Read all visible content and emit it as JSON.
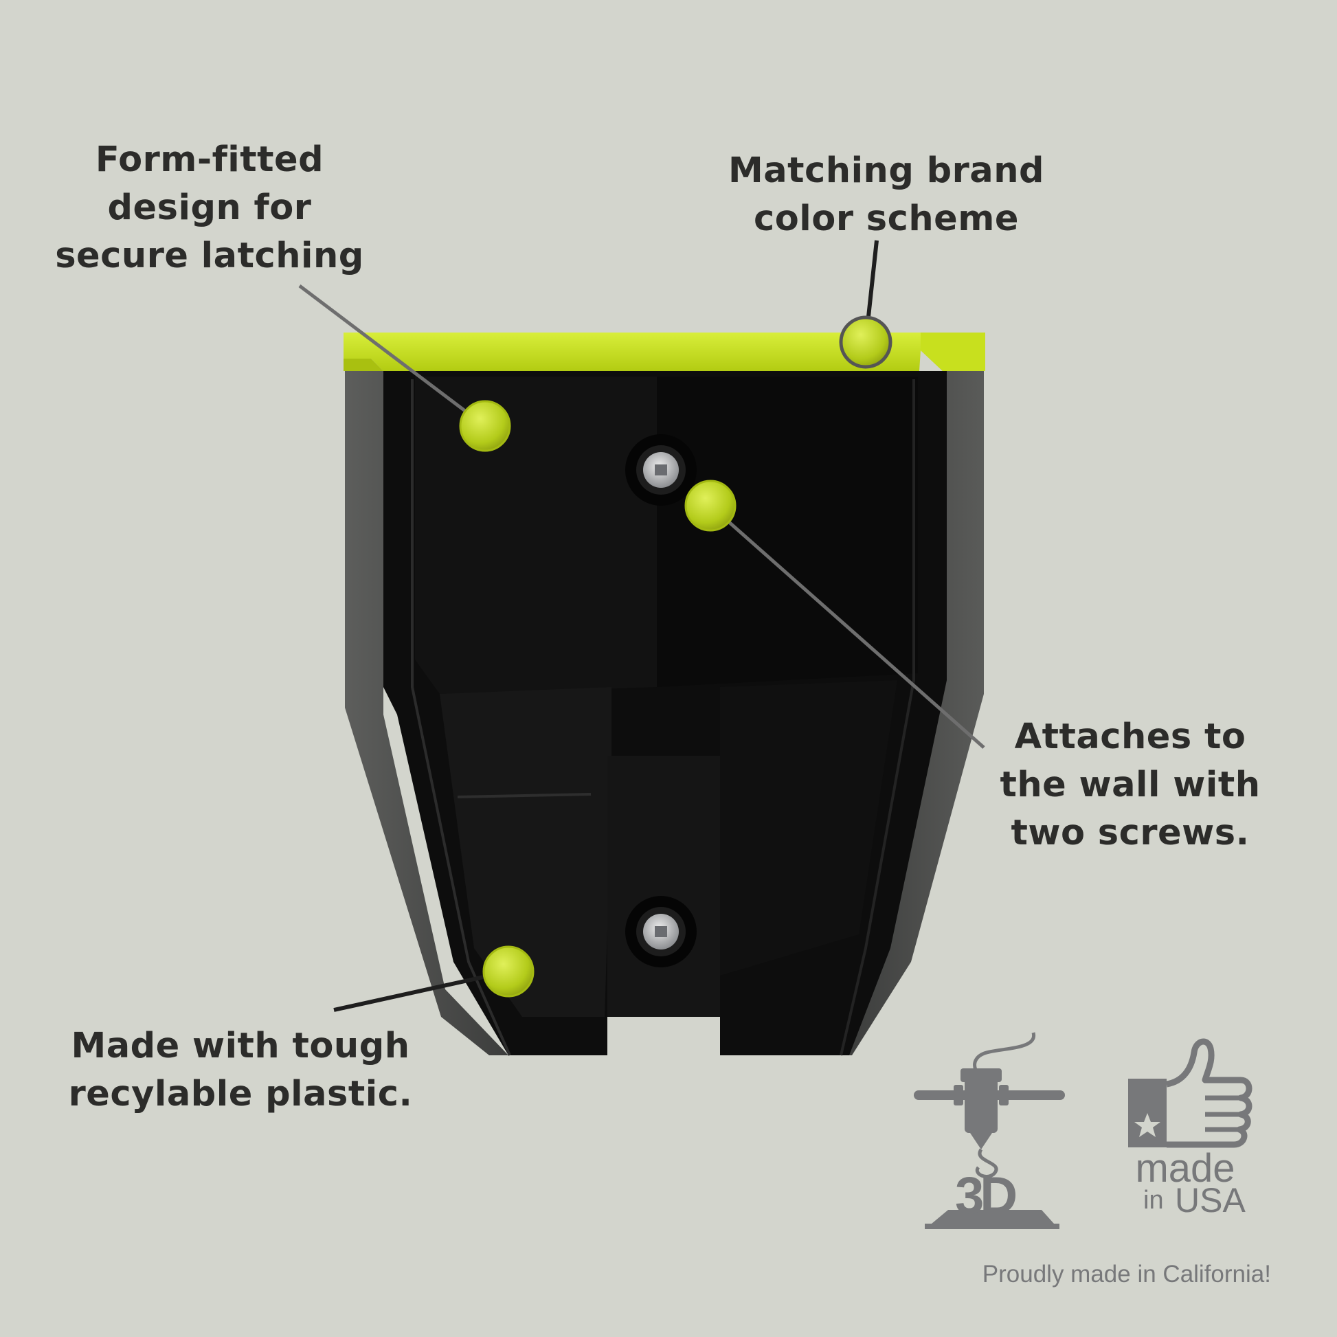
{
  "callouts": {
    "form_fitted": [
      "Form-fitted",
      "design for",
      "secure latching"
    ],
    "brand_color": [
      "Matching brand",
      "color scheme"
    ],
    "attaches": [
      "Attaches to",
      "the wall with",
      "two screws."
    ],
    "plastic": [
      "Made with tough",
      "recylable plastic."
    ]
  },
  "badges": {
    "printing_3d": {
      "text": "3D",
      "icon": "3d-printer-icon"
    },
    "made_in_usa": {
      "made": "made",
      "in": "in",
      "usa": "USA",
      "icon": "thumbs-up-flag-icon"
    }
  },
  "tagline": "Proudly made in California!",
  "colors": {
    "background": "#d3d5cd",
    "accent_lime": "#c4de1a",
    "product_black": "#0c0c0c",
    "text_dark": "#2c2c2a",
    "badge_gray": "#77787a"
  }
}
